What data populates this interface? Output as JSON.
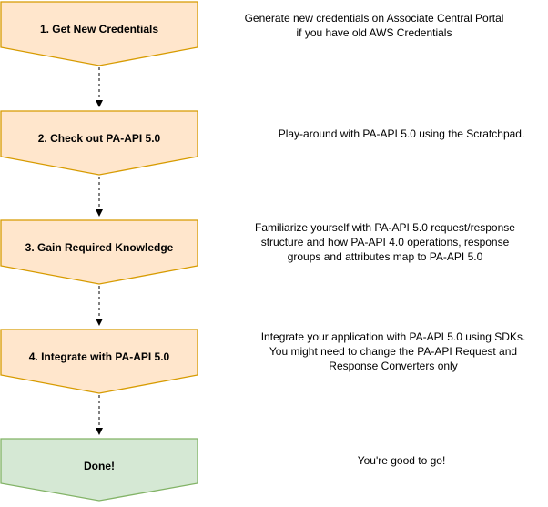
{
  "colors": {
    "step_fill": "#ffe6cc",
    "step_stroke": "#d79b00",
    "done_fill": "#d5e8d4",
    "done_stroke": "#82b366",
    "arrow": "#000000"
  },
  "steps": [
    {
      "label": "1. Get New Credentials",
      "description": [
        "Generate new credentials on Associate Central Portal",
        "if you have old AWS Credentials"
      ]
    },
    {
      "label": "2. Check out PA-API 5.0",
      "description": [
        "Play-around with PA-API 5.0 using the Scratchpad."
      ]
    },
    {
      "label": "3. Gain Required Knowledge",
      "description": [
        "Familiarize yourself with PA-API 5.0 request/response",
        "structure and how PA-API 4.0 operations, response",
        "groups and attributes map to PA-API 5.0"
      ]
    },
    {
      "label": "4. Integrate with PA-API 5.0",
      "description": [
        "Integrate your application with PA-API 5.0 using SDKs.",
        "You might need to change the PA-API Request and",
        "Response Converters only"
      ]
    },
    {
      "label": "Done!",
      "description": [
        "You're good to go!"
      ]
    }
  ]
}
